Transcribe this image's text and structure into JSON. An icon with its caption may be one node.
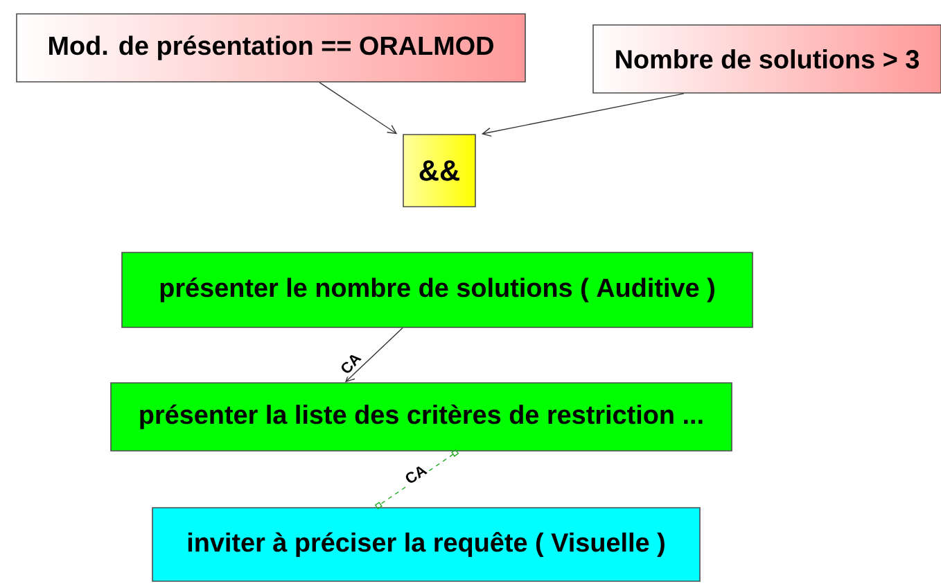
{
  "diagram": {
    "nodes": [
      {
        "text": [
          "Mod. de présentation == ORALMOD"
        ]
      },
      {
        "text": [
          "Nombre de solutions > 3"
        ]
      },
      {
        "text": [
          "&&"
        ]
      },
      {
        "text": [
          "présenter le nombre de solutions ( Auditive )"
        ]
      },
      {
        "text": [
          "présenter la liste des critères de restriction ..."
        ]
      },
      {
        "text": [
          "inviter à préciser la requête ( Visuelle )"
        ]
      }
    ],
    "edges": [
      {
        "from": 0,
        "to": 2,
        "arrow": "to"
      },
      {
        "from": 1,
        "to": 2,
        "arrow": "to"
      },
      {
        "from": 3,
        "to": 4,
        "arrow": "to",
        "label": "CA"
      },
      {
        "from": 4,
        "to": 5,
        "arrow": "other",
        "label": "CA",
        "style": "dashed",
        "color": "#22aa22"
      }
    ]
  }
}
